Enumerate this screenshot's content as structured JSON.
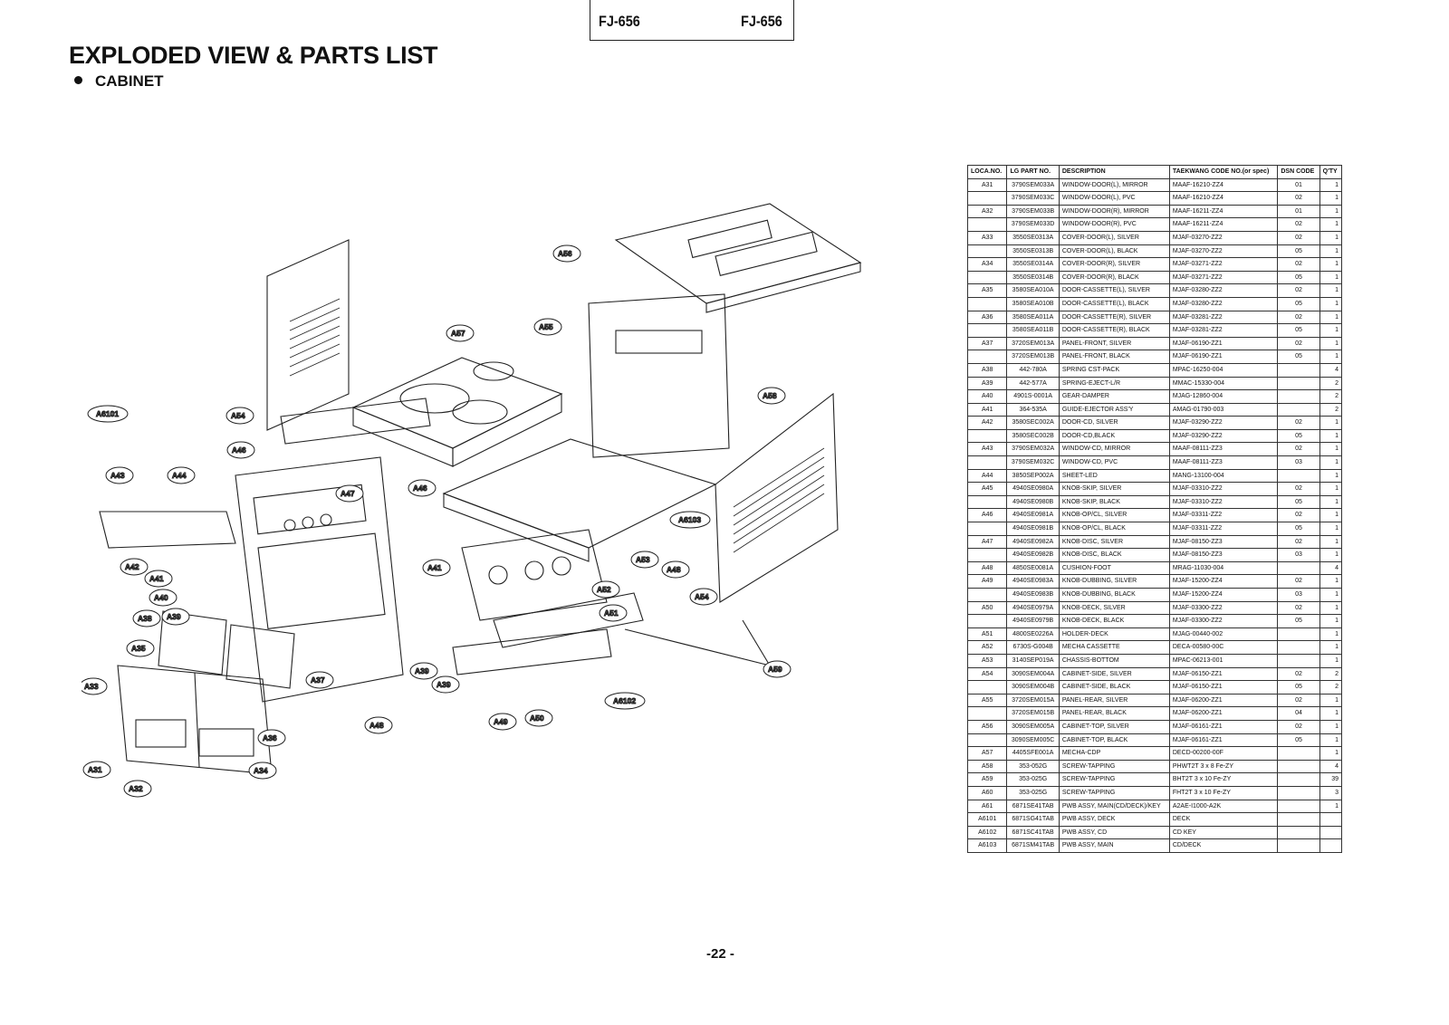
{
  "header": {
    "model_left": "FJ-656",
    "model_right": "FJ-656"
  },
  "title": "EXPLODED VIEW & PARTS LIST",
  "section": "CABINET",
  "page_number": "-22 -",
  "diagram_labels": [
    "A31",
    "A32",
    "A33",
    "A34",
    "A35",
    "A36",
    "A37",
    "A38",
    "A39",
    "A39",
    "A40",
    "A41",
    "A41",
    "A42",
    "A43",
    "A44",
    "A45",
    "A46",
    "A46",
    "A47",
    "A48",
    "A48",
    "A49",
    "A50",
    "A51",
    "A52",
    "A53",
    "A54",
    "A54",
    "A55",
    "A56",
    "A57",
    "A58",
    "A59",
    "A6101",
    "A6102",
    "A6103"
  ],
  "table": {
    "headers": [
      "LOCA.NO.",
      "LG PART NO.",
      "DESCRIPTION",
      "TAEKWANG CODE NO.(or spec)",
      "DSN CODE",
      "Q'TY"
    ],
    "rows": [
      [
        "A31",
        "3790SEM033A",
        "WINDOW-DOOR(L), MIRROR",
        "MAAF-16210-ZZ4",
        "01",
        "1"
      ],
      [
        "",
        "3790SEM033C",
        "WINDOW-DOOR(L), PVC",
        "MAAF-16210-ZZ4",
        "02",
        "1"
      ],
      [
        "A32",
        "3790SEM033B",
        "WINDOW-DOOR(R), MIRROR",
        "MAAF-16211-ZZ4",
        "01",
        "1"
      ],
      [
        "",
        "3790SEM033D",
        "WINDOW-DOOR(R), PVC",
        "MAAF-16211-ZZ4",
        "02",
        "1"
      ],
      [
        "A33",
        "3550SE0313A",
        "COVER-DOOR(L), SILVER",
        "MJAF-03270-ZZ2",
        "02",
        "1"
      ],
      [
        "",
        "3550SE0313B",
        "COVER-DOOR(L), BLACK",
        "MJAF-03270-ZZ2",
        "05",
        "1"
      ],
      [
        "A34",
        "3550SE0314A",
        "COVER-DOOR(R), SILVER",
        "MJAF-03271-ZZ2",
        "02",
        "1"
      ],
      [
        "",
        "3550SE0314B",
        "COVER-DOOR(R), BLACK",
        "MJAF-03271-ZZ2",
        "05",
        "1"
      ],
      [
        "A35",
        "3580SEA010A",
        "DOOR-CASSETTE(L), SILVER",
        "MJAF-03280-ZZ2",
        "02",
        "1"
      ],
      [
        "",
        "3580SEA010B",
        "DOOR-CASSETTE(L), BLACK",
        "MJAF-03280-ZZ2",
        "05",
        "1"
      ],
      [
        "A36",
        "3580SEA011A",
        "DOOR-CASSETTE(R), SILVER",
        "MJAF-03281-ZZ2",
        "02",
        "1"
      ],
      [
        "",
        "3580SEA011B",
        "DOOR-CASSETTE(R), BLACK",
        "MJAF-03281-ZZ2",
        "05",
        "1"
      ],
      [
        "A37",
        "3720SEM013A",
        "PANEL-FRONT, SILVER",
        "MJAF-06190-ZZ1",
        "02",
        "1"
      ],
      [
        "",
        "3720SEM013B",
        "PANEL-FRONT, BLACK",
        "MJAF-06190-ZZ1",
        "05",
        "1"
      ],
      [
        "A38",
        "442-780A",
        "SPRING CST-PACK",
        "MPAC-16250-004",
        "",
        "4"
      ],
      [
        "A39",
        "442-577A",
        "SPRING-EJECT-L/R",
        "MMAC-15330-004",
        "",
        "2"
      ],
      [
        "A40",
        "4901S-0001A",
        "GEAR-DAMPER",
        "MJAG-12860-004",
        "",
        "2"
      ],
      [
        "A41",
        "364-535A",
        "GUIDE-EJECTOR ASS'Y",
        "AMAG-01790-003",
        "",
        "2"
      ],
      [
        "A42",
        "3580SEC002A",
        "DOOR-CD, SILVER",
        "MJAF-03290-ZZ2",
        "02",
        "1"
      ],
      [
        "",
        "3580SEC002B",
        "DOOR-CD,BLACK",
        "MJAF-03290-ZZ2",
        "05",
        "1"
      ],
      [
        "A43",
        "3790SEM032A",
        "WINDOW-CD, MIRROR",
        "MAAF-08111-ZZ3",
        "02",
        "1"
      ],
      [
        "",
        "3790SEM032C",
        "WINDOW-CD, PVC",
        "MAAF-08111-ZZ3",
        "03",
        "1"
      ],
      [
        "A44",
        "3850SEP002A",
        "SHEET-LED",
        "MANG-13100-004",
        "",
        "1"
      ],
      [
        "A45",
        "4940SE0980A",
        "KNOB-SKIP, SILVER",
        "MJAF-03310-ZZ2",
        "02",
        "1"
      ],
      [
        "",
        "4940SE0980B",
        "KNOB-SKIP, BLACK",
        "MJAF-03310-ZZ2",
        "05",
        "1"
      ],
      [
        "A46",
        "4940SE0981A",
        "KNOB-OP/CL, SILVER",
        "MJAF-03311-ZZ2",
        "02",
        "1"
      ],
      [
        "",
        "4940SE0981B",
        "KNOB-OP/CL, BLACK",
        "MJAF-03311-ZZ2",
        "05",
        "1"
      ],
      [
        "A47",
        "4940SE0982A",
        "KNOB-DISC, SILVER",
        "MJAF-08150-ZZ3",
        "02",
        "1"
      ],
      [
        "",
        "4940SE0982B",
        "KNOB-DISC, BLACK",
        "MJAF-08150-ZZ3",
        "03",
        "1"
      ],
      [
        "A48",
        "4850SE0081A",
        "CUSHION-FOOT",
        "MRAG-11030-004",
        "",
        "4"
      ],
      [
        "A49",
        "4940SE0983A",
        "KNOB-DUBBING, SILVER",
        "MJAF-15200-ZZ4",
        "02",
        "1"
      ],
      [
        "",
        "4940SE0983B",
        "KNOB-DUBBING, BLACK",
        "MJAF-15200-ZZ4",
        "03",
        "1"
      ],
      [
        "A50",
        "4940SE0979A",
        "KNOB-DECK, SILVER",
        "MJAF-03300-ZZ2",
        "02",
        "1"
      ],
      [
        "",
        "4940SE0979B",
        "KNOB-DECK, BLACK",
        "MJAF-03300-ZZ2",
        "05",
        "1"
      ],
      [
        "A51",
        "4800SE0226A",
        "HOLDER-DECK",
        "MJAG-00440-002",
        "",
        "1"
      ],
      [
        "A52",
        "6730S-G004B",
        "MECHA CASSETTE",
        "DECA-00580-00C",
        "",
        "1"
      ],
      [
        "A53",
        "3140SEP019A",
        "CHASSIS-BOTTOM",
        "MPAC-06213-001",
        "",
        "1"
      ],
      [
        "A54",
        "3090SEM004A",
        "CABINET-SIDE, SILVER",
        "MJAF-06150-ZZ1",
        "02",
        "2"
      ],
      [
        "",
        "3090SEM004B",
        "CABINET-SIDE, BLACK",
        "MJAF-06150-ZZ1",
        "05",
        "2"
      ],
      [
        "A55",
        "3720SEM015A",
        "PANEL-REAR, SILVER",
        "MJAF-06200-ZZ1",
        "02",
        "1"
      ],
      [
        "",
        "3720SEM015B",
        "PANEL-REAR, BLACK",
        "MJAF-06200-ZZ1",
        "04",
        "1"
      ],
      [
        "A56",
        "3090SEM005A",
        "CABINET-TOP, SILVER",
        "MJAF-06161-ZZ1",
        "02",
        "1"
      ],
      [
        "",
        "3090SEM005C",
        "CABINET-TOP, BLACK",
        "MJAF-06161-ZZ1",
        "05",
        "1"
      ],
      [
        "A57",
        "4405SFE001A",
        "MECHA-CDP",
        "DECD-00200-00F",
        "",
        "1"
      ],
      [
        "A58",
        "353-052G",
        "SCREW-TAPPING",
        "PHWT2T 3 x 8 Fe-ZY",
        "",
        "4"
      ],
      [
        "A59",
        "353-025G",
        "SCREW-TAPPING",
        "BHT2T 3 x 10 Fe-ZY",
        "",
        "39"
      ],
      [
        "A60",
        "353-025G",
        "SCREW-TAPPING",
        "FHT2T 3 x 10 Fe-ZY",
        "",
        "3"
      ],
      [
        "A61",
        "6871SE41TAB",
        "PWB ASSY, MAIN(CD/DECK)/KEY",
        "A2AE-I1000-A2K",
        "",
        "1"
      ],
      [
        "A6101",
        "6871SG41TAB",
        "PWB ASSY, DECK",
        "DECK",
        "",
        ""
      ],
      [
        "A6102",
        "6871SC41TAB",
        "PWB ASSY, CD",
        "CD KEY",
        "",
        ""
      ],
      [
        "A6103",
        "6871SM41TAB",
        "PWB ASSY, MAIN",
        "CD/DECK",
        "",
        ""
      ]
    ]
  }
}
